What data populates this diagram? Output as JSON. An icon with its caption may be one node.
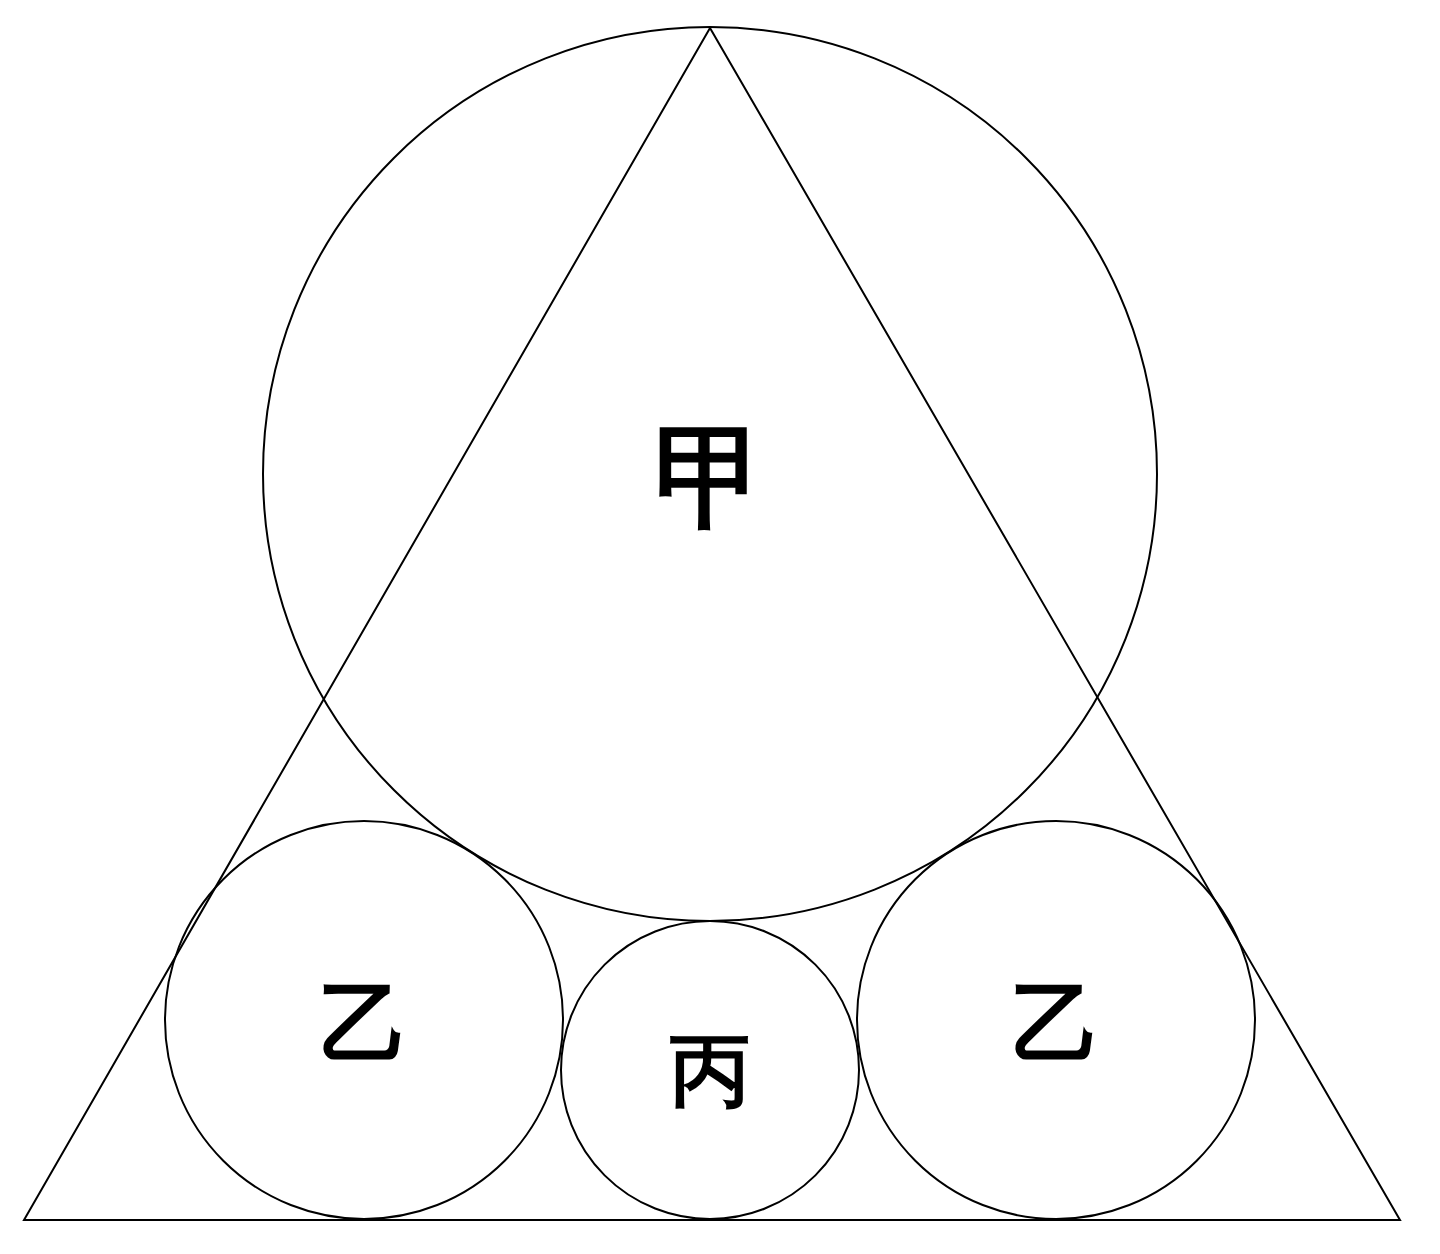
{
  "diagram": {
    "nodes": [
      {
        "text": [
          "甲"
        ]
      },
      {
        "text": [
          "乙"
        ]
      },
      {
        "text": [
          "丙"
        ]
      },
      {
        "text": [
          "乙"
        ]
      }
    ]
  }
}
